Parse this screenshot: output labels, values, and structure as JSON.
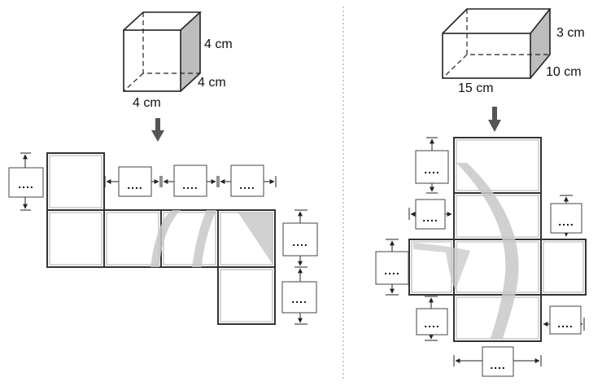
{
  "left": {
    "cube_labels": {
      "height": "4 cm",
      "depth": "4 cm",
      "width": "4 cm"
    },
    "blanks": [
      "....",
      "....",
      "....",
      "....",
      "....",
      "...."
    ]
  },
  "right": {
    "prism_labels": {
      "height": "3 cm",
      "depth": "10 cm",
      "length": "15 cm"
    },
    "blanks": [
      "....",
      "....",
      "....",
      "....",
      "....",
      "...."
    ]
  },
  "colors": {
    "line": "#222222",
    "shade": "#c8c8c8",
    "background": "#ffffff"
  }
}
